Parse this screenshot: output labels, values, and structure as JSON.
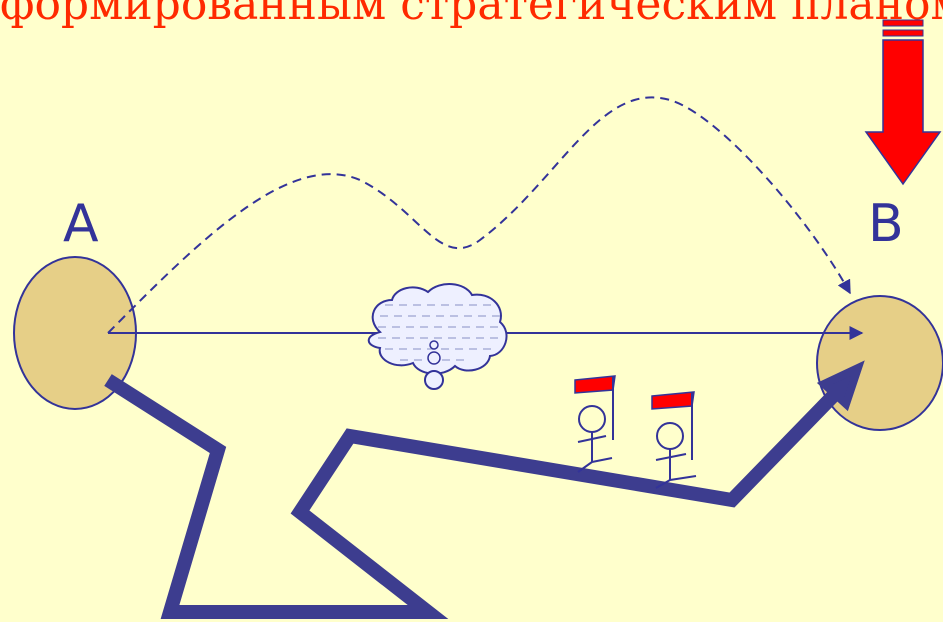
{
  "slide": {
    "heading_fragment": "формированным стратегическим планом."
  },
  "points": {
    "start": {
      "label": "A"
    },
    "end": {
      "label": "B"
    }
  },
  "colors": {
    "background": "#ffffcc",
    "circle_fill": "#e6cf87",
    "circle_stroke": "#333399",
    "path": "#3d3d8f",
    "heading_text": "#ff2a00",
    "arrow_red": "#ff0000",
    "flag_red": "#ff0000",
    "cloud_fill": "#eef0ff"
  },
  "icons": [
    "cloud-thought-icon",
    "down-arrow-icon",
    "flag-person-icon"
  ]
}
